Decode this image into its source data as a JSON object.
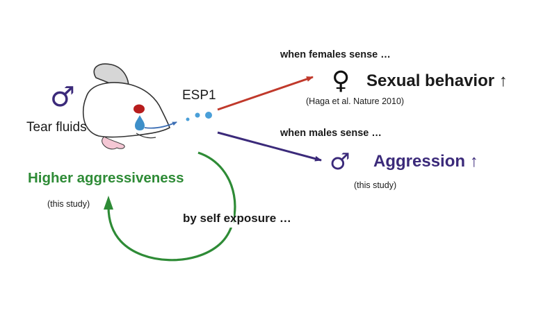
{
  "diagram": {
    "source_label": "Tear fluids",
    "male_symbol": "♂",
    "female_symbol": "♀",
    "pheromone_label": "ESP1",
    "female_branch": {
      "condition": "when females sense …",
      "result": "Sexual behavior ↑",
      "citation": "(Haga et al. Nature 2010)"
    },
    "male_branch": {
      "condition": "when males sense …",
      "result": "Aggression ↑",
      "citation": "(this study)"
    },
    "self_loop": {
      "result": "Higher aggressiveness",
      "citation": "(this study)",
      "label": "by self exposure …"
    }
  },
  "colors": {
    "female_arrow": "#c0392b",
    "male_arrow": "#3b2a7a",
    "loop_arrow": "#2e8b36",
    "tear_drop": "#3d8fc9",
    "gland": "#b71c1c"
  }
}
